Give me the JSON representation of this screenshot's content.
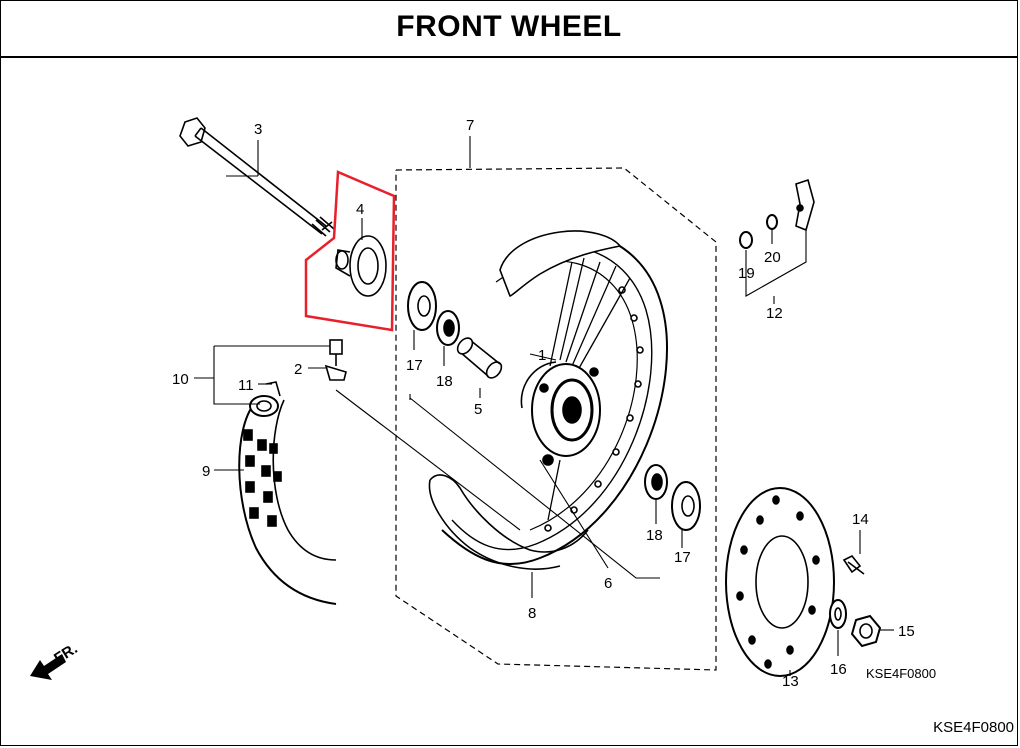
{
  "title": "FRONT WHEEL",
  "diagram_code_bottom": "KSE4F0800",
  "diagram_code_inner": "KSE4F0800",
  "direction_label": "FR.",
  "highlight_color": "#e8202a",
  "callouts": {
    "p1": "1",
    "p2": "2",
    "p3": "3",
    "p4": "4",
    "p5": "5",
    "p6": "6",
    "p7": "7",
    "p8": "8",
    "p9": "9",
    "p10": "10",
    "p11": "11",
    "p12": "12",
    "p13": "13",
    "p14": "14",
    "p15": "15",
    "p16": "16",
    "p17a": "17",
    "p17b": "17",
    "p18a": "18",
    "p18b": "18",
    "p19": "19",
    "p20": "20"
  }
}
